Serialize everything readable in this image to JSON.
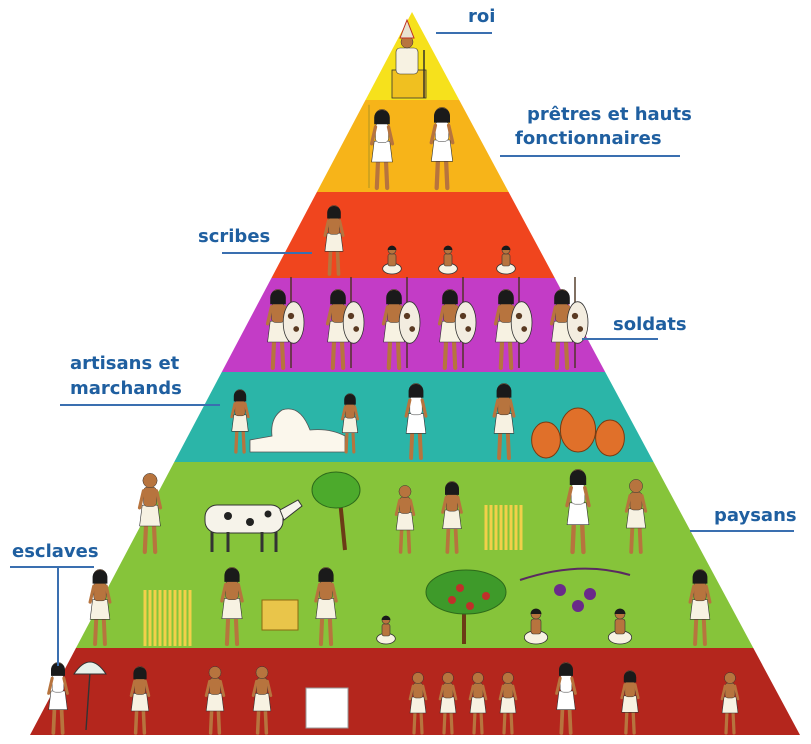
{
  "diagram": {
    "tiers": [
      {
        "id": "roi",
        "color": "#f6e11c",
        "figures": [
          "king-on-throne"
        ]
      },
      {
        "id": "pretres",
        "color": "#f7b419",
        "figures": [
          "priest",
          "official"
        ]
      },
      {
        "id": "scribes",
        "color": "#f0451e",
        "figures": [
          "standing-scribe",
          "seated-scribe",
          "seated-scribe",
          "seated-scribe"
        ]
      },
      {
        "id": "soldats",
        "color": "#c33cc6",
        "figures": [
          "soldier",
          "soldier",
          "soldier",
          "soldier",
          "soldier",
          "soldier"
        ]
      },
      {
        "id": "artisans",
        "color": "#2bb5a8",
        "figures": [
          "sculptor",
          "sphinx",
          "weaver",
          "potter",
          "jars"
        ]
      },
      {
        "id": "paysans1",
        "color": "#86c43a",
        "figures": [
          "ploughman",
          "ox",
          "tree",
          "harvester",
          "wheat",
          "sower",
          "hoer"
        ]
      },
      {
        "id": "paysans2",
        "color": "#86c43a",
        "figures": [
          "porter",
          "wheat",
          "basket-carrier",
          "grinder",
          "fig-tree",
          "grape-picker",
          "porter"
        ]
      },
      {
        "id": "esclaves",
        "color": "#b4261d",
        "figures": [
          "fan-bearer",
          "worker",
          "porters",
          "stone-block",
          "haulers",
          "water-carrier",
          "worker"
        ]
      }
    ]
  },
  "labels": {
    "roi": "roi",
    "pretres_line1": "prêtres et hauts",
    "pretres_line2": "fonctionnaires",
    "scribes": "scribes",
    "soldats": "soldats",
    "artisans_line1": "artisans et",
    "artisans_line2": "marchands",
    "paysans": "paysans",
    "esclaves": "esclaves"
  },
  "colors": {
    "label_text": "#1f5fa0",
    "leader_line": "#3a6fb0",
    "skin": "#b7743e",
    "linen": "#f7f2e2",
    "hair": "#1a1a1a"
  }
}
